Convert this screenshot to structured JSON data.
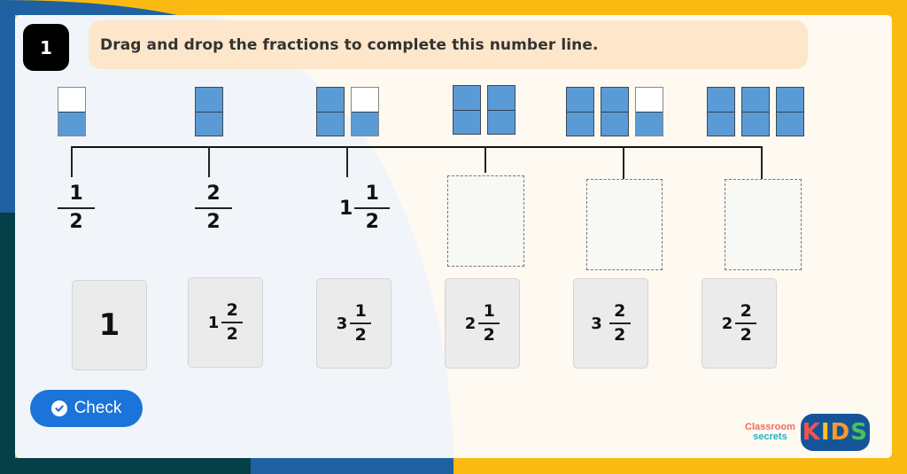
{
  "question": {
    "number": "1",
    "instruction": "Drag and drop the fractions to complete this number line."
  },
  "number_line": {
    "points": [
      {
        "bars": [
          [
            "empty",
            "fill"
          ]
        ],
        "label": {
          "whole": "",
          "num": "1",
          "den": "2"
        }
      },
      {
        "bars": [
          [
            "fill",
            "fill"
          ]
        ],
        "label": {
          "whole": "",
          "num": "2",
          "den": "2"
        }
      },
      {
        "bars": [
          [
            "fill",
            "fill"
          ],
          [
            "empty",
            "fill"
          ]
        ],
        "label": {
          "whole": "1",
          "num": "1",
          "den": "2"
        }
      },
      {
        "bars": [
          [
            "fill",
            "fill"
          ],
          [
            "fill",
            "fill"
          ]
        ],
        "label": null
      },
      {
        "bars": [
          [
            "fill",
            "fill"
          ],
          [
            "fill",
            "fill"
          ],
          [
            "empty",
            "fill"
          ]
        ],
        "label": null
      },
      {
        "bars": [
          [
            "fill",
            "fill"
          ],
          [
            "fill",
            "fill"
          ],
          [
            "fill",
            "fill"
          ]
        ],
        "label": null
      }
    ]
  },
  "tiles": [
    {
      "whole": "1",
      "num": "",
      "den": ""
    },
    {
      "whole": "1",
      "num": "2",
      "den": "2"
    },
    {
      "whole": "3",
      "num": "1",
      "den": "2"
    },
    {
      "whole": "2",
      "num": "1",
      "den": "2"
    },
    {
      "whole": "3",
      "num": "2",
      "den": "2"
    },
    {
      "whole": "2",
      "num": "2",
      "den": "2"
    }
  ],
  "check_button": {
    "label": "Check",
    "icon": "check-circle-icon"
  },
  "branding": {
    "line1": "Classroom",
    "line2": "secrets",
    "kids": "KIDS"
  },
  "colors": {
    "frame_yellow": "#fbba12",
    "frame_blue": "#1f61a0",
    "frame_teal": "#053f47",
    "bar_fill": "#5b9bd5",
    "check_button": "#1b74d9",
    "instruction_bg": "#fde6c9"
  }
}
